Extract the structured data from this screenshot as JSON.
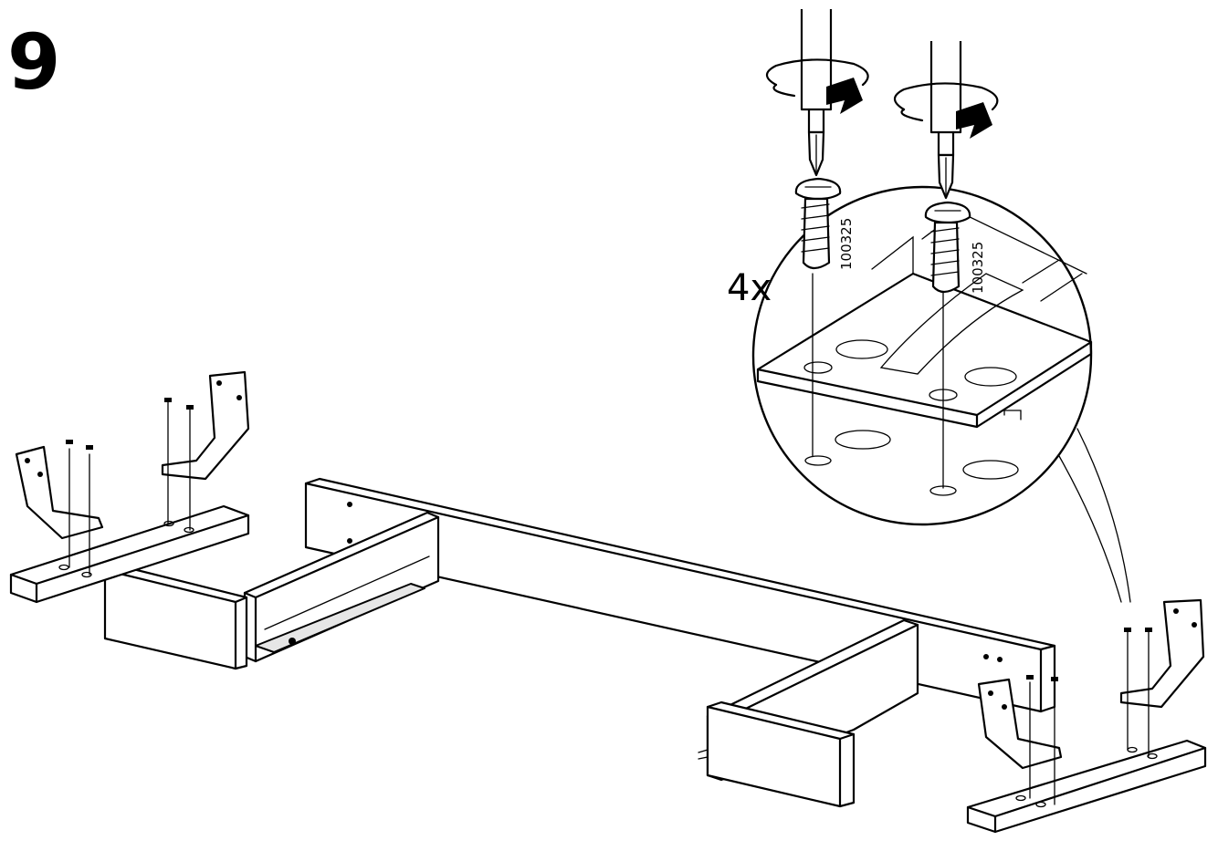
{
  "step": {
    "number": "9"
  },
  "detail": {
    "quantity": "4x",
    "part_number_left": "100325",
    "part_number_right": "100325"
  },
  "icons": [
    "screwdriver-icon",
    "rotation-arrow-icon",
    "screw-icon",
    "bracket-icon"
  ]
}
